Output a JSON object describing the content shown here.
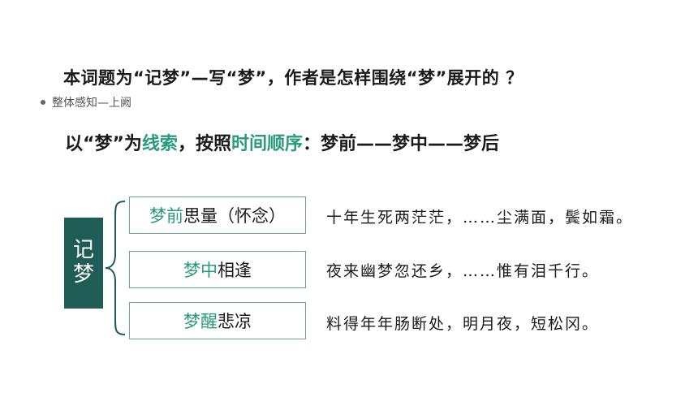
{
  "question": "本词题为“记梦”—写“梦”，作者是怎样围绕“梦”展开的 ？",
  "section_label": "整体感知—上阙",
  "thread": {
    "prefix": "以“梦”为",
    "keyword1": "线索",
    "middle": "，按照",
    "keyword2": "时间顺序",
    "suffix": "：梦前——梦中——梦后"
  },
  "main_box": {
    "char1": "记",
    "char2": "梦"
  },
  "stages": [
    {
      "label_highlight": "梦前",
      "label_rest": "思量（怀念）",
      "verse": "十年生死两茫茫，……尘满面，鬓如霜。"
    },
    {
      "label_highlight": "梦中",
      "label_rest": "相逢",
      "verse": "夜来幽梦忽还乡，……惟有泪千行。"
    },
    {
      "label_highlight": "梦醒",
      "label_rest": "悲凉",
      "verse": "料得年年肠断处，明月夜，短松冈。"
    }
  ],
  "colors": {
    "accent": "#2a9a7c",
    "box": "#1f5c55",
    "border": "#6f9e96"
  }
}
